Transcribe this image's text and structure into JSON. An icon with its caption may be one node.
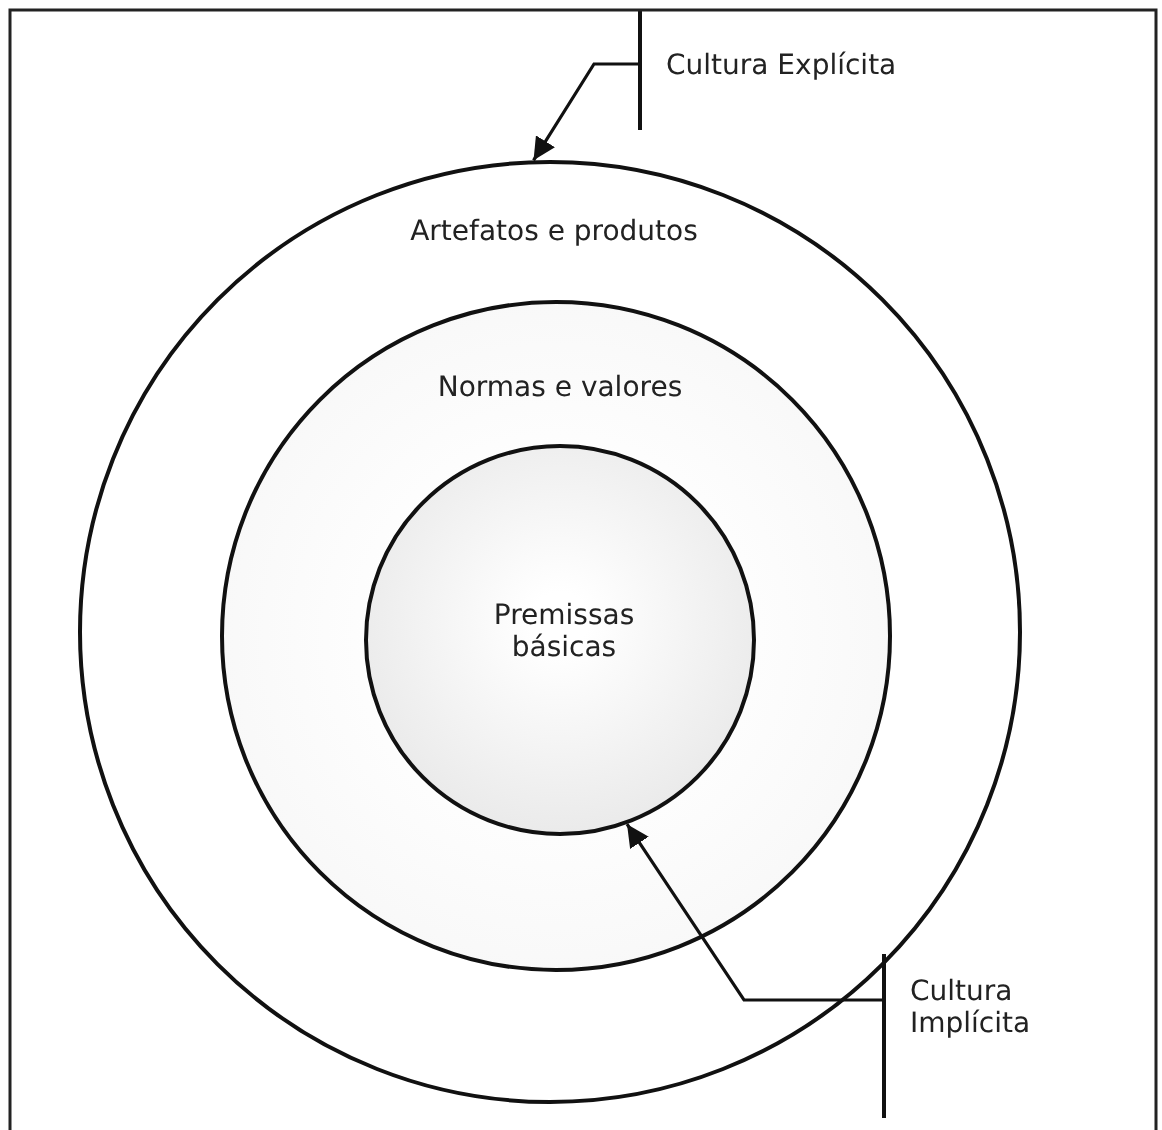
{
  "diagram": {
    "nodes": [
      {
        "text": [
          "Artefatos e produtos"
        ]
      },
      {
        "text": [
          "Normas e valores"
        ],
        "in": 0
      },
      {
        "text": [
          "Premissas básicas"
        ],
        "in": 1
      },
      {
        "text": [
          "Cultura Explícita"
        ]
      },
      {
        "text": [
          "Cultura Implícita"
        ]
      }
    ],
    "edges": [
      {
        "from": 3,
        "to": 0,
        "arrow": "to"
      },
      {
        "from": 4,
        "to": 2,
        "arrow": "to"
      }
    ]
  }
}
